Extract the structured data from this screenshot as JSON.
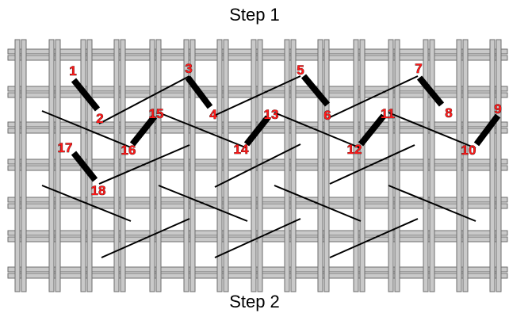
{
  "title_top": "Step 1",
  "title_bottom": "Step 2",
  "colors": {
    "thread_fill": "#c9c9c9",
    "thread_outline": "#6e6e6e",
    "stitch_front": "#000000",
    "stitch_back": "#000000",
    "label": "#ff1a1a",
    "label_outline": "#000000"
  },
  "stitch_labels": [
    "1",
    "2",
    "3",
    "4",
    "5",
    "6",
    "7",
    "8",
    "9",
    "10",
    "11",
    "12",
    "13",
    "14",
    "15",
    "16",
    "17",
    "18"
  ]
}
